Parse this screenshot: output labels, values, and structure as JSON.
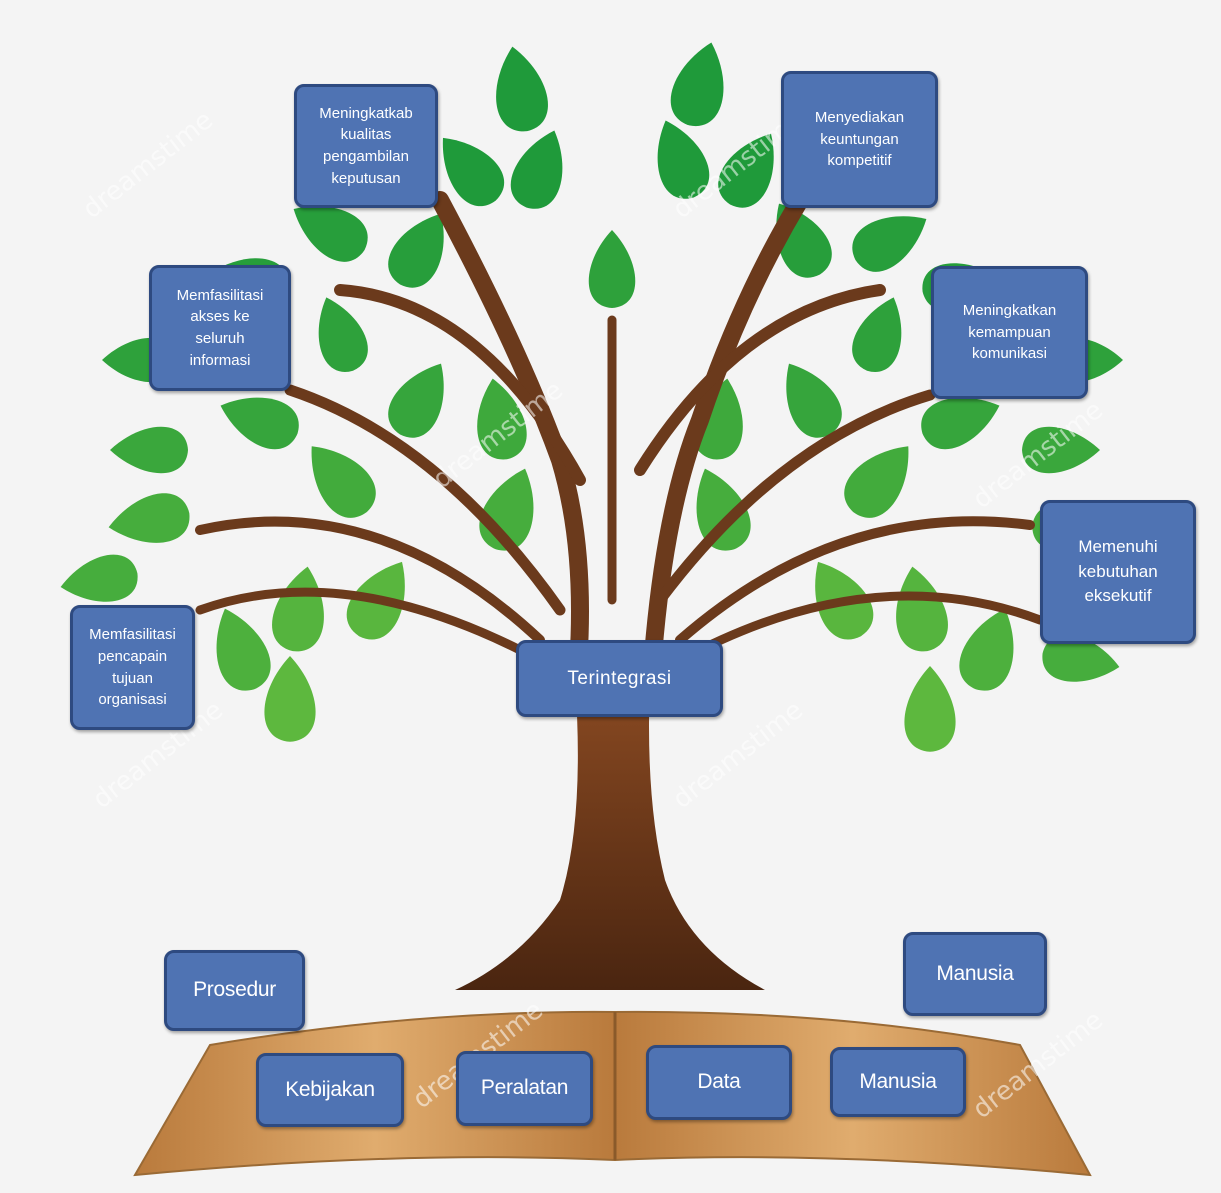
{
  "center": {
    "label": "Terintegrasi"
  },
  "branches": [
    {
      "id": "top-left",
      "text": "Meningkatkab\nkualitas\npengambilan\nkeputusan"
    },
    {
      "id": "top-right",
      "text": "Menyediakan\nkeuntungan\nkompetitif"
    },
    {
      "id": "mid-left",
      "text": "Memfasilitasi\nakses ke\nseluruh\ninformasi"
    },
    {
      "id": "mid-right",
      "text": "Meningkatkan\nkemampuan\nkomunikasi"
    },
    {
      "id": "low-right",
      "text": "Memenuhi\nkebutuhan\neksekutif"
    },
    {
      "id": "low-left",
      "text": "Memfasilitasi\npencapain\ntujuan\norganisasi"
    }
  ],
  "foundation": [
    {
      "id": "prosedur",
      "text": "Prosedur"
    },
    {
      "id": "manusia-top",
      "text": "Manusia"
    },
    {
      "id": "kebijakan",
      "text": "Kebijakan"
    },
    {
      "id": "peralatan",
      "text": "Peralatan"
    },
    {
      "id": "data",
      "text": "Data"
    },
    {
      "id": "manusia-bottom",
      "text": "Manusia"
    }
  ],
  "colors": {
    "box_fill": "#4f73b3",
    "box_border": "#2e4a80",
    "trunk": "#6b3a1c",
    "leaf_dark": "#1f9a3a",
    "leaf_light": "#6cbf3f",
    "book": "#c98f4f"
  },
  "watermark": {
    "text": "dreamstime"
  }
}
